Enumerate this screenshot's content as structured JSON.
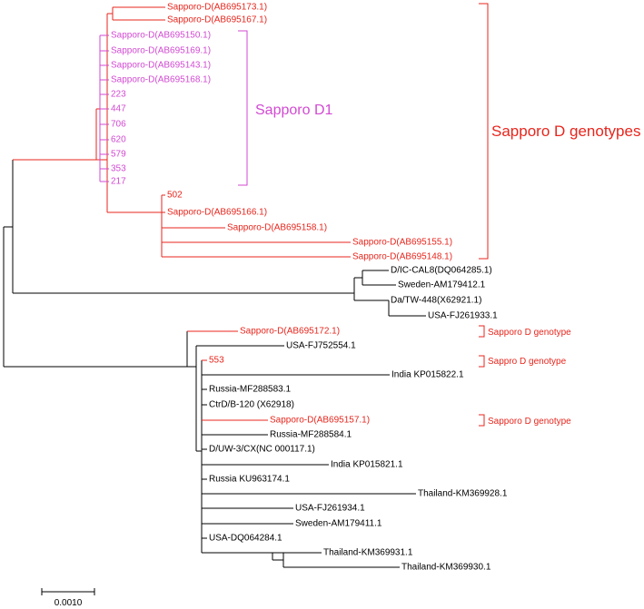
{
  "colors": {
    "sapporo_red": "#e8251c",
    "d1_magenta": "#d24ad2",
    "other_black": "#000000"
  },
  "clades": {
    "d1_label": "Sapporo D1",
    "sapporo_d_label": "Sapporo D genotypes",
    "genotype_label_1": "Sapporo D genotype",
    "genotype_label_2": "Sappro D genotype",
    "genotype_label_3": "Sapporo D genotype"
  },
  "scale_bar": {
    "label": "0.0010",
    "value": 0.001
  },
  "leaves": [
    {
      "name": "Sapporo-D(AB695173.1)",
      "color": "red"
    },
    {
      "name": "Sapporo-D(AB695167.1)",
      "color": "red"
    },
    {
      "name": "Sapporo-D(AB695150.1)",
      "color": "magenta"
    },
    {
      "name": "Sapporo-D(AB695169.1)",
      "color": "magenta"
    },
    {
      "name": "Sapporo-D(AB695143.1)",
      "color": "magenta"
    },
    {
      "name": "Sapporo-D(AB695168.1)",
      "color": "magenta"
    },
    {
      "name": "223",
      "color": "magenta"
    },
    {
      "name": "447",
      "color": "magenta"
    },
    {
      "name": "706",
      "color": "magenta"
    },
    {
      "name": "620",
      "color": "magenta"
    },
    {
      "name": "579",
      "color": "magenta"
    },
    {
      "name": "353",
      "color": "magenta"
    },
    {
      "name": "217",
      "color": "magenta"
    },
    {
      "name": "502",
      "color": "red"
    },
    {
      "name": "Sapporo-D(AB695166.1)",
      "color": "red"
    },
    {
      "name": "Sapporo-D(AB695158.1)",
      "color": "red"
    },
    {
      "name": "Sapporo-D(AB695155.1)",
      "color": "red"
    },
    {
      "name": "Sapporo-D(AB695148.1)",
      "color": "red"
    },
    {
      "name": "D/IC-CAL8(DQ064285.1)",
      "color": "black"
    },
    {
      "name": "Sweden-AM179412.1",
      "color": "black"
    },
    {
      "name": "Da/TW-448(X62921.1)",
      "color": "black"
    },
    {
      "name": "USA-FJ261933.1",
      "color": "black"
    },
    {
      "name": "Sapporo-D(AB695172.1)",
      "color": "red"
    },
    {
      "name": "USA-FJ752554.1",
      "color": "black"
    },
    {
      "name": "553",
      "color": "red"
    },
    {
      "name": "India KP015822.1",
      "color": "black"
    },
    {
      "name": "Russia-MF288583.1",
      "color": "black"
    },
    {
      "name": "CtrD/B-120 (X62918)",
      "color": "black"
    },
    {
      "name": "Sapporo-D(AB695157.1)",
      "color": "red"
    },
    {
      "name": "Russia-MF288584.1",
      "color": "black"
    },
    {
      "name": "D/UW-3/CX(NC 000117.1)",
      "color": "black"
    },
    {
      "name": "India KP015821.1",
      "color": "black"
    },
    {
      "name": "Russia KU963174.1",
      "color": "black"
    },
    {
      "name": "Thailand-KM369928.1",
      "color": "black"
    },
    {
      "name": "USA-FJ261934.1",
      "color": "black"
    },
    {
      "name": "Sweden-AM179411.1",
      "color": "black"
    },
    {
      "name": "USA-DQ064284.1",
      "color": "black"
    },
    {
      "name": "Thailand-KM369931.1",
      "color": "black"
    },
    {
      "name": "Thailand-KM369930.1",
      "color": "black"
    }
  ]
}
